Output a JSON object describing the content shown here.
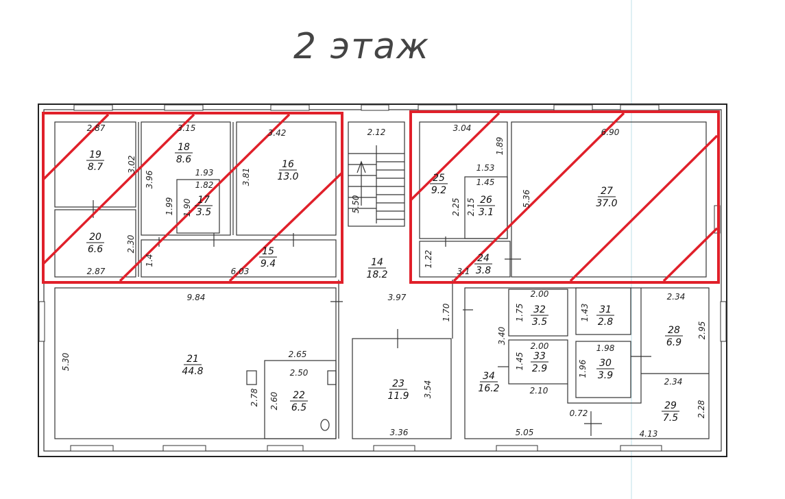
{
  "title": "2 этаж",
  "rooms": [
    {
      "num": "19",
      "area": "8.7"
    },
    {
      "num": "18",
      "area": "8.6"
    },
    {
      "num": "16",
      "area": "13.0"
    },
    {
      "num": "17",
      "area": "3.5"
    },
    {
      "num": "20",
      "area": "6.6"
    },
    {
      "num": "15",
      "area": "9.4"
    },
    {
      "num": "14",
      "area": "18.2"
    },
    {
      "num": "25",
      "area": "9.2"
    },
    {
      "num": "26",
      "area": "3.1"
    },
    {
      "num": "27",
      "area": "37.0"
    },
    {
      "num": "24",
      "area": "3.8"
    },
    {
      "num": "21",
      "area": "44.8"
    },
    {
      "num": "22",
      "area": "6.5"
    },
    {
      "num": "23",
      "area": "11.9"
    },
    {
      "num": "32",
      "area": "3.5"
    },
    {
      "num": "31",
      "area": "2.8"
    },
    {
      "num": "28",
      "area": "6.9"
    },
    {
      "num": "33",
      "area": "2.9"
    },
    {
      "num": "30",
      "area": "3.9"
    },
    {
      "num": "34",
      "area": "16.2"
    },
    {
      "num": "29",
      "area": "7.5"
    }
  ],
  "dimensions": [
    "2.87",
    "3.15",
    "3.42",
    "2.12",
    "3.04",
    "6.90",
    "3.02",
    "3.96",
    "3.81",
    "1.89",
    "1.93",
    "1.82",
    "1.53",
    "1.45",
    "1.99",
    "1.90",
    "5.50",
    "2.25",
    "2.15",
    "5.36",
    "2.30",
    "1.4",
    "1.22",
    "2.87",
    "6.03",
    "3.1",
    "9.84",
    "3.97",
    "1.70",
    "2.00",
    "2.34",
    "1.75",
    "1.43",
    "2.95",
    "3.40",
    "2.00",
    "1.98",
    "5.30",
    "2.65",
    "2.50",
    "1.45",
    "1.96",
    "2.34",
    "2.78",
    "2.60",
    "3.54",
    "2.10",
    "0.72",
    "2.28",
    "3.36",
    "5.05",
    "4.13"
  ]
}
